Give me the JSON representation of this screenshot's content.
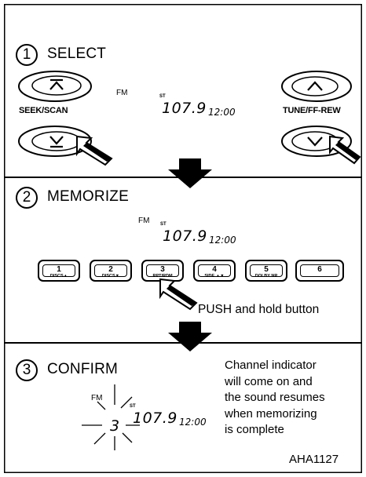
{
  "figure_id": "AHA1127",
  "steps": [
    {
      "num": "1",
      "title": "SELECT"
    },
    {
      "num": "2",
      "title": "MEMORIZE"
    },
    {
      "num": "3",
      "title": "CONFIRM"
    }
  ],
  "display": {
    "band": "FM",
    "stereo": "ST",
    "frequency": "107.9",
    "clock": "12:00",
    "channel": "3"
  },
  "controls": {
    "seek_label": "SEEK/SCAN",
    "tune_label": "TUNE/FF-REW"
  },
  "presets": [
    {
      "num": "1",
      "sub": "DISCS▲"
    },
    {
      "num": "2",
      "sub": "DISCS▼"
    },
    {
      "num": "3",
      "sub": "RPT/RDM"
    },
    {
      "num": "4",
      "sub": "SIDE ▲▼"
    },
    {
      "num": "5",
      "sub": "DOLBY NR"
    },
    {
      "num": "6",
      "sub": ""
    }
  ],
  "instructions": {
    "push": "PUSH and hold button",
    "confirm_lines": [
      "Channel indicator",
      "will come on and",
      "the sound resumes",
      "when memorizing",
      "is complete"
    ]
  }
}
